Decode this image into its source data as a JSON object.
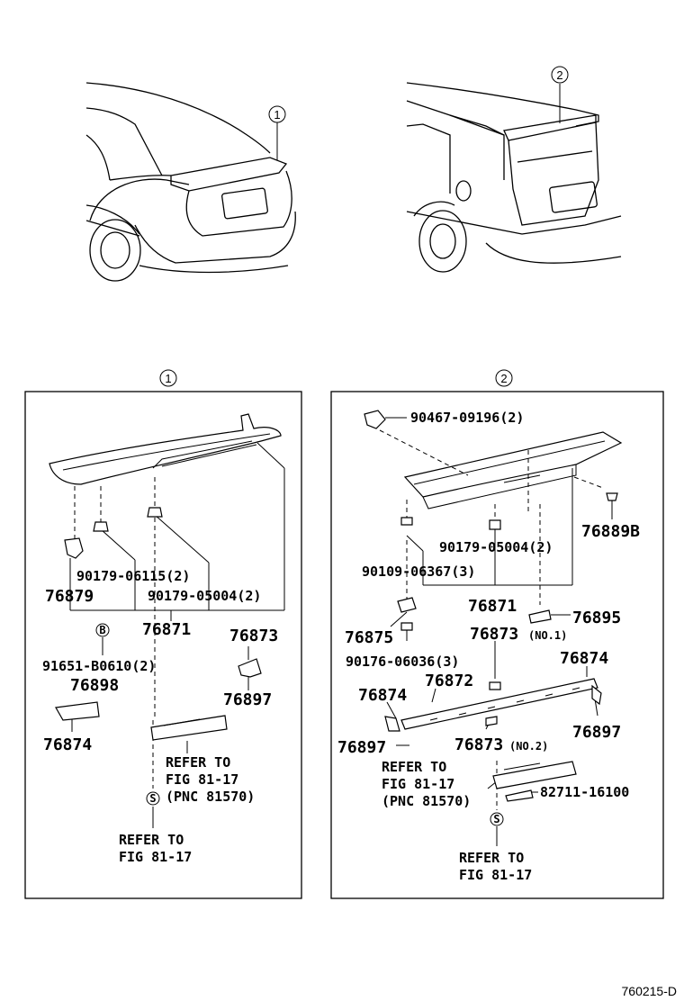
{
  "callouts": {
    "c1_car": "1",
    "c2_car": "2",
    "c1_box": "1",
    "c2_box": "2",
    "b_symbol": "B",
    "s_symbol": "S"
  },
  "panel1": {
    "p76879": "76879",
    "p90179_06115": "90179-06115(2)",
    "p90179_05004": "90179-05004(2)",
    "p76871": "76871",
    "p91651": "91651-B0610(2)",
    "p76873": "76873",
    "p76898": "76898",
    "p76897": "76897",
    "p76874": "76874",
    "refer1_l1": "REFER TO",
    "refer1_l2": "FIG 81-17",
    "refer1_l3": "(PNC 81570)",
    "refer2_l1": "REFER TO",
    "refer2_l2": "FIG 81-17"
  },
  "panel2": {
    "p90467": "90467-09196(2)",
    "p76889B": "76889B",
    "p90179_05004": "90179-05004(2)",
    "p90109": "90109-06367(3)",
    "p76871": "76871",
    "p76895": "76895",
    "p76875": "76875",
    "p76873_no1": "76873",
    "no1": "(NO.1)",
    "p90176": "90176-06036(3)",
    "p76874_r": "76874",
    "p76872": "76872",
    "p76874_l": "76874",
    "p76897_r": "76897",
    "p76897_l": "76897",
    "p76873_no2": "76873",
    "no2": "(NO.2)",
    "refer1_l1": "REFER TO",
    "refer1_l2": "FIG 81-17",
    "refer1_l3": "(PNC 81570)",
    "p82711": "82711-16100",
    "refer2_l1": "REFER TO",
    "refer2_l2": "FIG 81-17"
  },
  "footer_code": "760215-D"
}
